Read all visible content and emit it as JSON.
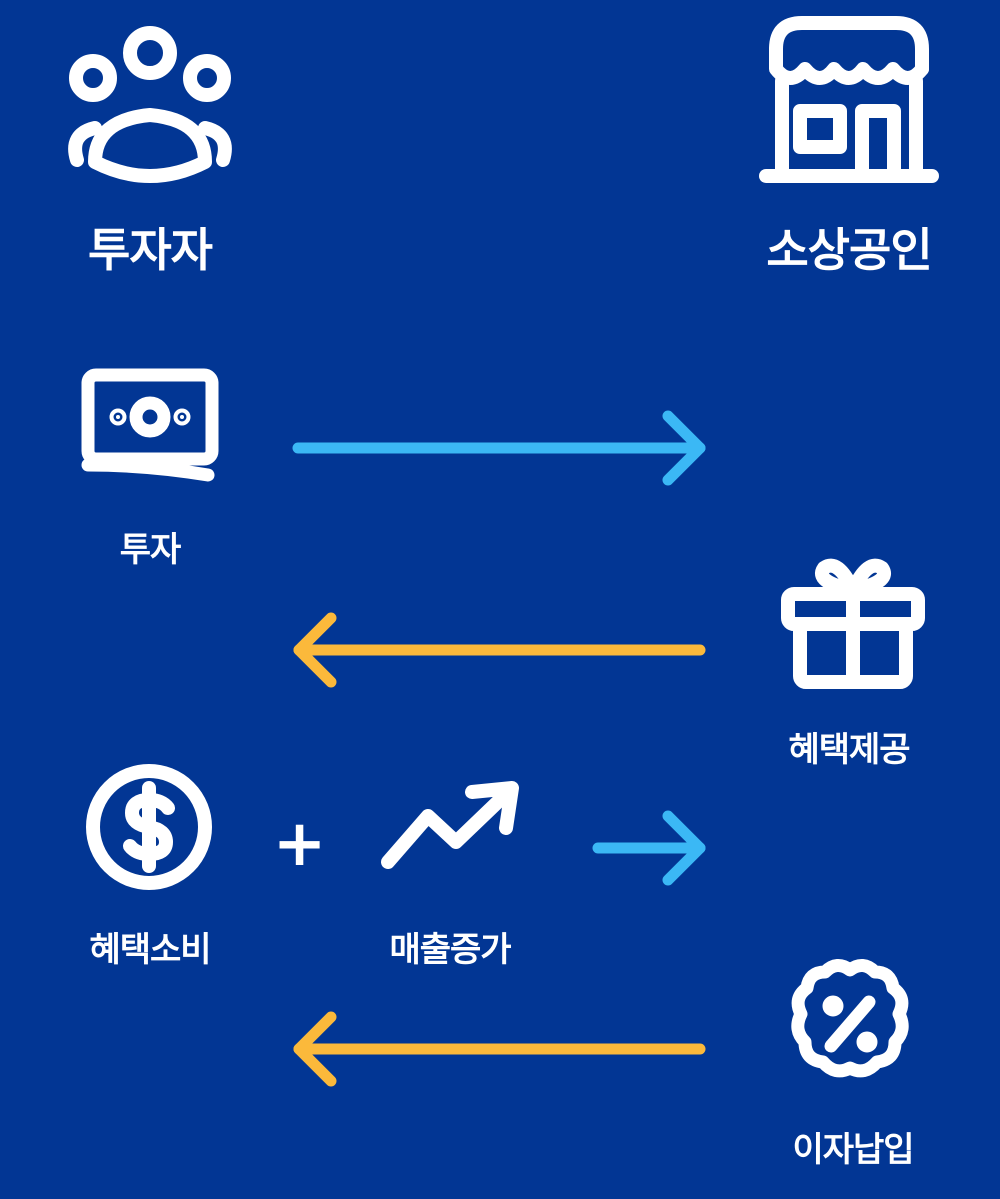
{
  "colors": {
    "background": "#023694",
    "icon": "#ffffff",
    "arrow_forward": "#3bb8f5",
    "arrow_back": "#fbb93b"
  },
  "actors": {
    "investor": {
      "label": "투자자",
      "icon": "people-group-icon"
    },
    "merchant": {
      "label": "소상공인",
      "icon": "storefront-icon"
    }
  },
  "steps": {
    "invest": {
      "label": "투자",
      "icon": "banknote-icon"
    },
    "benefit_provide": {
      "label": "혜택제공",
      "icon": "gift-icon"
    },
    "benefit_consume": {
      "label": "혜택소비",
      "icon": "dollar-coin-icon"
    },
    "plus_symbol": "+",
    "sales_increase": {
      "label": "매출증가",
      "icon": "trend-up-icon"
    },
    "interest_payment": {
      "label": "이자납입",
      "icon": "percent-badge-icon"
    }
  }
}
